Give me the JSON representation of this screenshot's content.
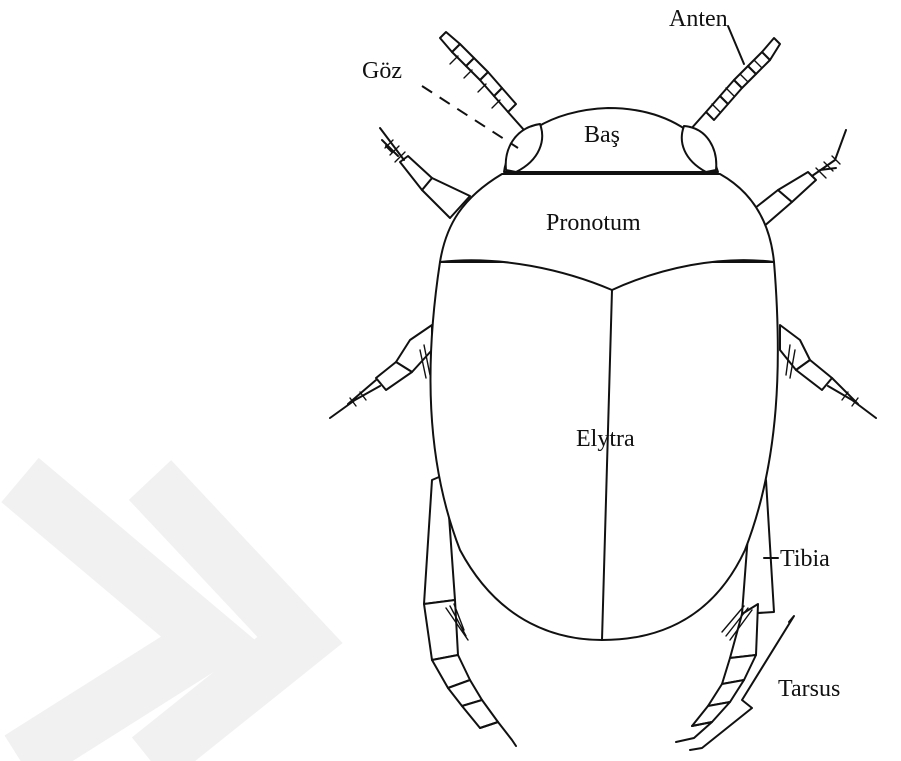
{
  "colors": {
    "ink": "#111111",
    "background": "#ffffff",
    "watermark": "#f1f1f1"
  },
  "labels": {
    "goz": "Göz",
    "anten": "Anten",
    "bas": "Baş",
    "pronotum": "Pronotum",
    "elytra": "Elytra",
    "tibia": "Tibia",
    "tarsus": "Tarsus"
  }
}
